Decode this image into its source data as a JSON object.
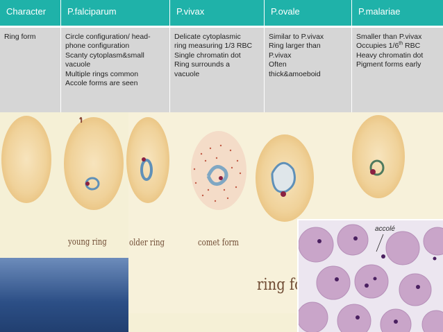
{
  "table": {
    "headers": [
      "Character",
      "P.falciparum",
      "P.vivax",
      "P.ovale",
      "P.malariae"
    ],
    "row_label": "Ring form",
    "falciparum": [
      "Circle configuration/ head-",
      "phone configuration",
      "Scanty cytoplasm&small",
      "vacuole",
      "Multiple rings common",
      "Accole forms are seen"
    ],
    "vivax": [
      "Delicate cytoplasmic",
      "ring measuring 1/3 RBC",
      "Single chromatin dot",
      "Ring surrounds a",
      "vacuole"
    ],
    "ovale": [
      "Similar to P.vivax",
      "Ring larger than",
      "P.vivax",
      "Often",
      "thick&amoeboid"
    ],
    "malariae": {
      "line1": "Smaller than P.vivax",
      "line2_pre": "Occupies 1/6",
      "line2_sup": "th",
      "line2_post": " RBC",
      "line3": "Heavy chromatin dot",
      "line4": "Pigment forms early"
    }
  },
  "illustration": {
    "captions": [
      "young ring",
      "older ring",
      "comet form"
    ],
    "group_label": "ring form",
    "micrograph_label": "accolé"
  },
  "colors": {
    "header_teal": "#1fb2a9",
    "cell_gray": "#d6d6d6",
    "cell_beige": "#f5f0d6",
    "rbc_fill": "#f1d39a",
    "stain_blue": "#5f90b8",
    "chromatin": "#8a2142",
    "smear_bg": "#ece6f0",
    "smear_rbc": "#c9a5c9",
    "corner_blue": "#2c4f86"
  }
}
